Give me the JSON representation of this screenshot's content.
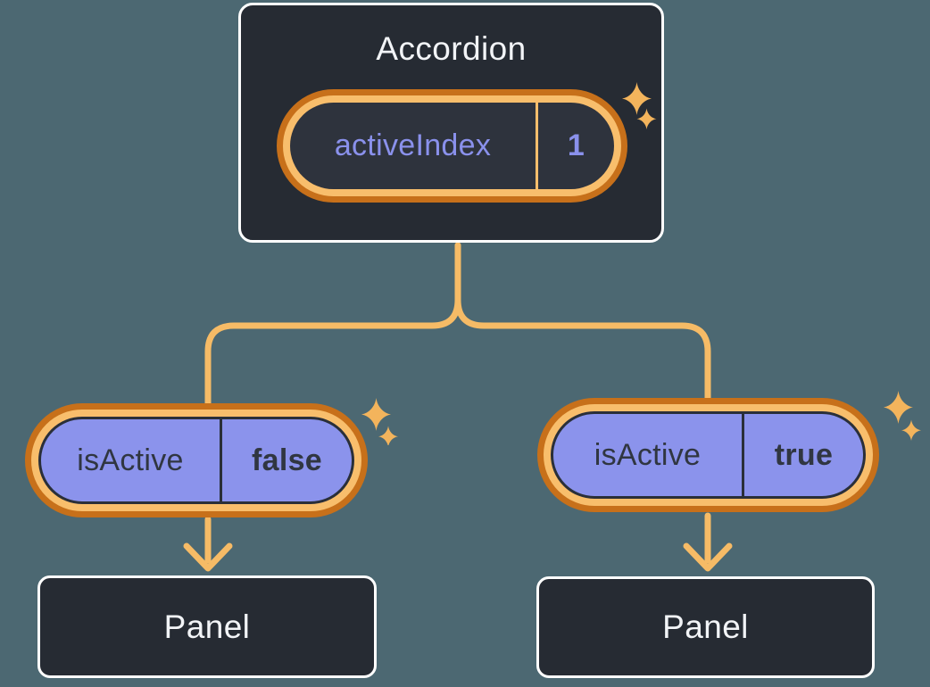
{
  "accordion": {
    "title": "Accordion",
    "pill": {
      "label": "activeIndex",
      "value": "1"
    }
  },
  "left_branch": {
    "pill": {
      "label": "isActive",
      "value": "false"
    },
    "panel": {
      "title": "Panel"
    }
  },
  "right_branch": {
    "pill": {
      "label": "isActive",
      "value": "true"
    },
    "panel": {
      "title": "Panel"
    }
  },
  "colors": {
    "background": "#4C6872",
    "node_fill": "#262B33",
    "node_border": "#FFFFFF",
    "node_text": "#F2F4F7",
    "pill_ring_outer": "#C7701A",
    "pill_ring_inner": "#F8BE6C",
    "pill_fill_dark": "#2E333D",
    "pill_fill_purple": "#8B93EC",
    "state_text_purple": "#8A91EC",
    "state_text_dark": "#303641",
    "connector": "#F6BB66",
    "sparkle": "#F3B45C"
  }
}
